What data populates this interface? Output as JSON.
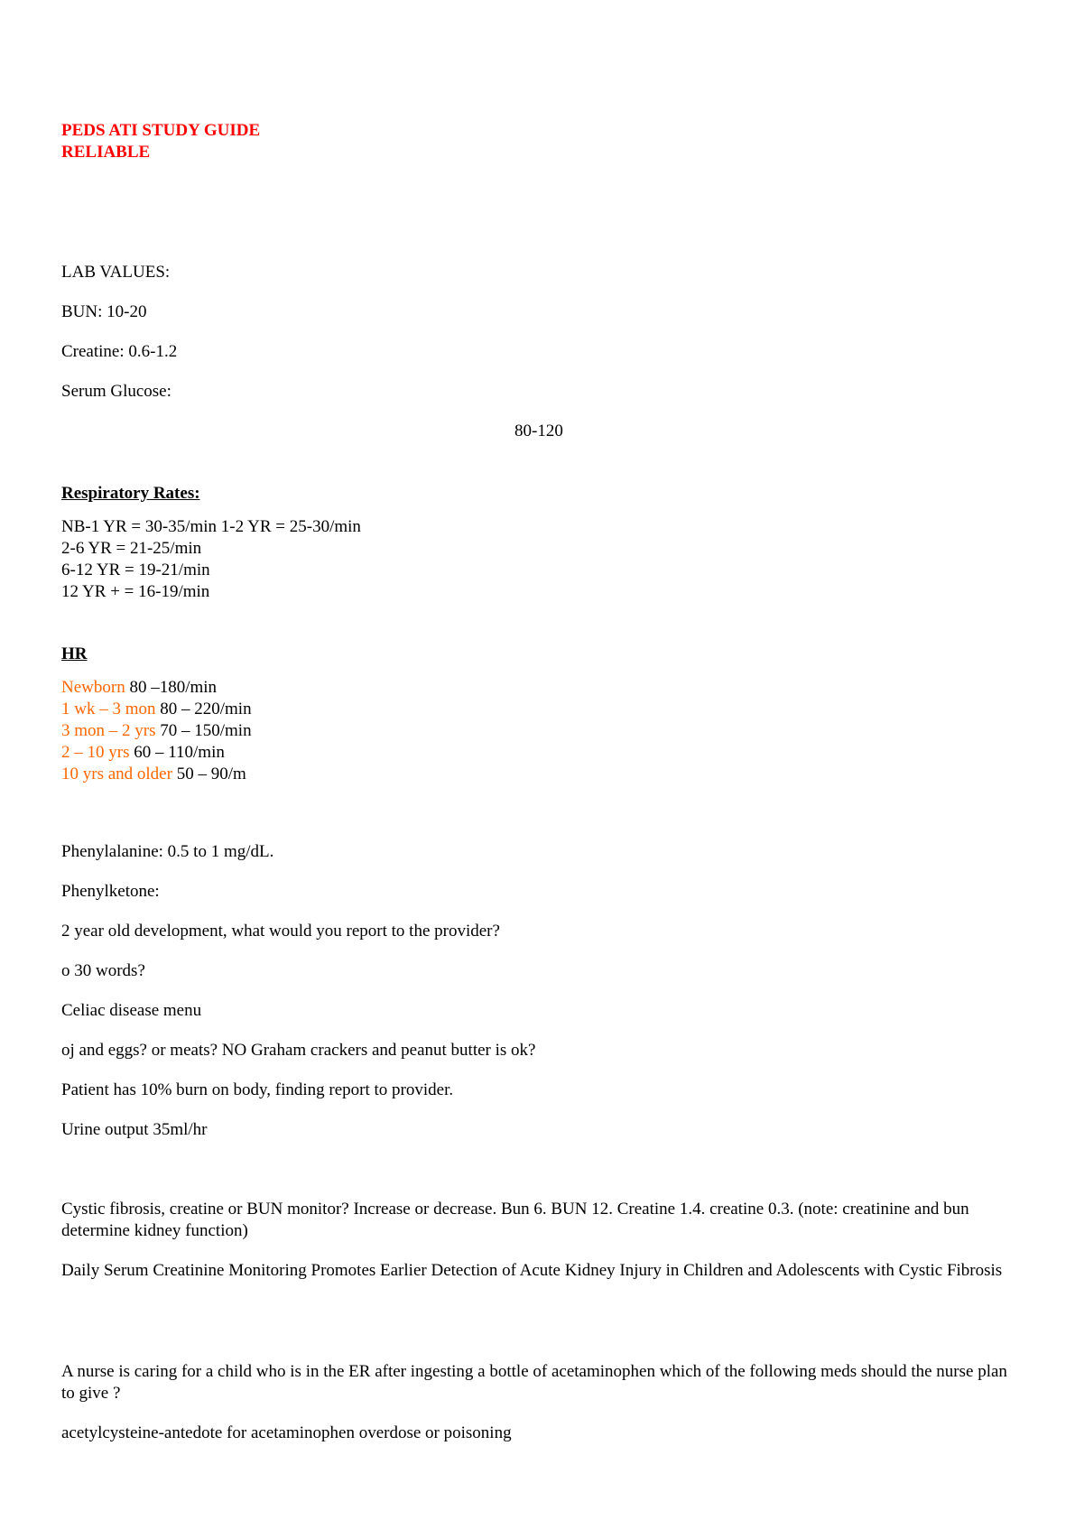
{
  "title": {
    "line1": "PEDS ATI STUDY GUIDE",
    "line2": "RELIABLE"
  },
  "lab_values": {
    "heading": "LAB VALUES:",
    "bun": "BUN: 10-20",
    "creatine": "Creatine: 0.6-1.2",
    "serum_glucose_label": "Serum Glucose:",
    "serum_glucose_value": "80-120"
  },
  "respiratory": {
    "heading": "Respiratory Rates:",
    "lines": [
      "NB-1 YR = 30-35/min 1-2 YR = 25-30/min",
      "2-6 YR = 21-25/min",
      "6-12 YR = 19-21/min",
      "12 YR + = 16-19/min"
    ]
  },
  "hr": {
    "heading": "HR",
    "rows": [
      {
        "age": "Newborn",
        "rate": " 80 –180/min"
      },
      {
        "age": "1 wk – 3 mon",
        "rate": " 80 – 220/min"
      },
      {
        "age": "3 mon – 2 yrs",
        "rate": " 70 – 150/min"
      },
      {
        "age": "2 – 10 yrs",
        "rate": " 60 – 110/min"
      },
      {
        "age": "10 yrs and older",
        "rate": " 50 – 90/m"
      }
    ]
  },
  "notes": {
    "phenylalanine": "Phenylalanine: 0.5 to 1 mg/dL.",
    "phenylketone": "Phenylketone:",
    "development_q": "2 year old development, what would you report to the provider?",
    "words": "o 30 words?",
    "celiac": "Celiac disease menu",
    "celiac_answer": "oj and eggs? or meats? NO Graham crackers and peanut butter is ok?",
    "burn": "Patient has 10% burn on body, finding report to provider.",
    "urine": "Urine output 35ml/hr",
    "cystic": "Cystic fibrosis, creatine or BUN monitor? Increase or decrease. Bun 6. BUN 12. Creatine 1.4. creatine 0.3. (note: creatinine and bun determine kidney function)",
    "daily_serum": "Daily Serum Creatinine Monitoring Promotes Earlier Detection of Acute Kidney Injury in Children and Adolescents with Cystic Fibrosis",
    "acetaminophen_q": "A nurse is caring for a child who is in the ER after ingesting a bottle of acetaminophen which of the following meds should the nurse plan to give ?",
    "acetaminophen_a": "acetylcysteine-antedote for acetaminophen overdose or poisoning"
  },
  "colors": {
    "title": "#ff0000",
    "hr_age": "#ff6600",
    "text": "#000000"
  }
}
